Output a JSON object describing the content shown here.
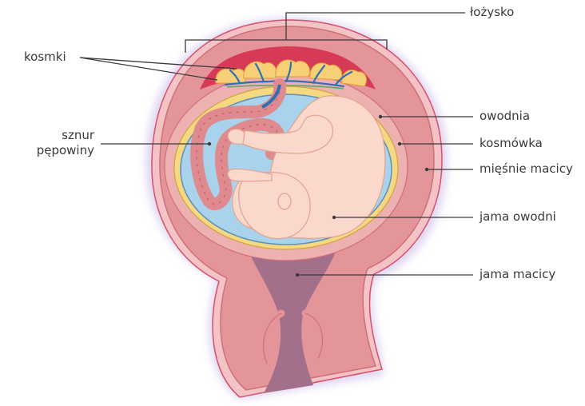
{
  "labels": {
    "lozysko": "łożysko",
    "kosmki": "kosmki",
    "sznur_line1": "sznur",
    "sznur_line2": "pępowiny",
    "owodnia": "owodnia",
    "kosmowka": "kosmówka",
    "miesnie_macicy": "mięśnie macicy",
    "jama_owodni": "jama owodni",
    "jama_macicy": "jama macicy"
  },
  "colors": {
    "outer_layer": "#f3c3c6",
    "uterus_wall": "#e4959a",
    "wall_inner": "#eeb1b1",
    "cavity": "#a3708c",
    "amniotic_fluid": "#a9d3ec",
    "chorion": "#f4d882",
    "fetus_skin": "#fbd8cc",
    "placenta": "#d63a57",
    "cord": "#df8a8e",
    "vessel_blue": "#2f6fb5",
    "glow": "#c7b6e6"
  }
}
